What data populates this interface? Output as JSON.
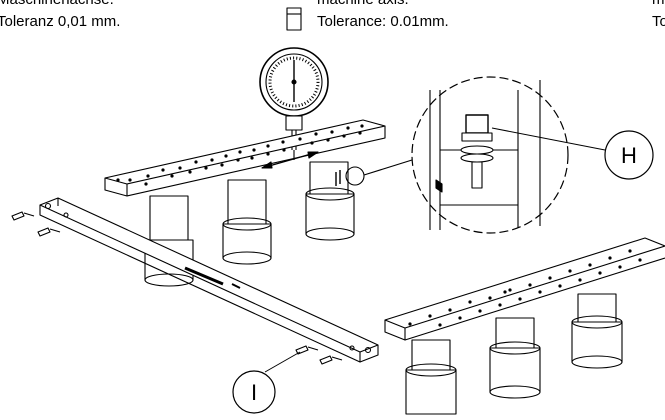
{
  "texts": {
    "de_line1": "Maschinenachse.",
    "de_line2": "Toleranz 0,01 mm.",
    "en_line1": "machine axis.",
    "en_line2": "Tolerance: 0.01mm.",
    "fr_line1": "m",
    "fr_line2": "To"
  },
  "callouts": {
    "h": "H",
    "i": "I"
  }
}
